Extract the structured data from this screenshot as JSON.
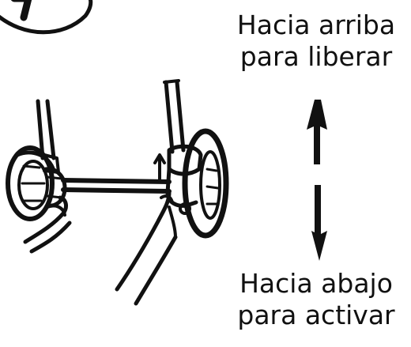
{
  "labels": {
    "up": {
      "line1": "Hacia arriba",
      "line2": "para liberar"
    },
    "down": {
      "line1": "Hacia abajo",
      "line2": "para activar"
    }
  },
  "arrows": {
    "up": "arrow-up-icon",
    "down": "arrow-down-icon"
  },
  "colors": {
    "ink": "#111111",
    "background": "#ffffff"
  }
}
